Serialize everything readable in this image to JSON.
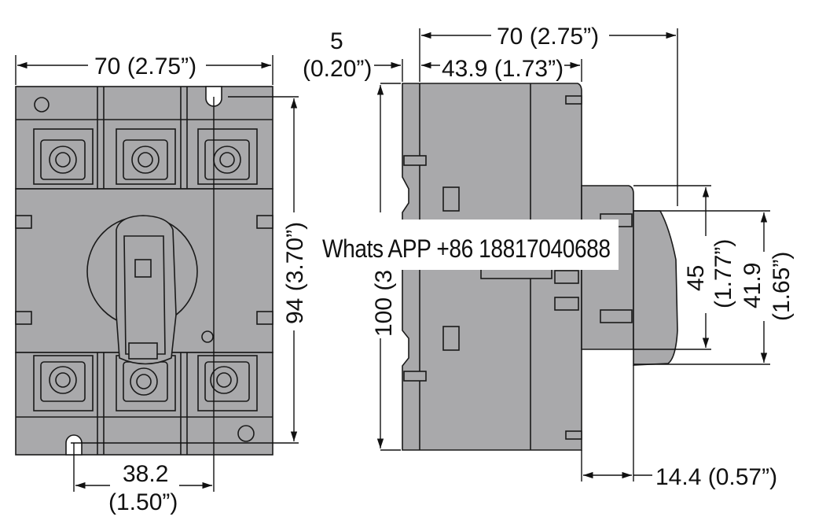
{
  "front_view": {
    "width_label": "70 (2.75”)",
    "height_label": "94 (3.70”)",
    "bottom_label_mm": "38.2",
    "bottom_label_in": "(1.50”)"
  },
  "side_view": {
    "top_small_mm": "5",
    "top_small_in": "(0.20”)",
    "top_width_label": "70 (2.75”)",
    "depth_label": "43.9 (1.73”)",
    "height_label": "100 (3",
    "knob_height_mm": "45",
    "knob_height_in": "(1.77”)",
    "knob_inner_mm": "41.9",
    "knob_inner_in": "(1.65”)",
    "knob_depth_label": "14.4 (0.57”)"
  },
  "watermark": {
    "text": "Whats APP +86 18817040688"
  },
  "colors": {
    "body": "#a9a9ab",
    "line": "#1a1a1a",
    "background": "#ffffff"
  }
}
